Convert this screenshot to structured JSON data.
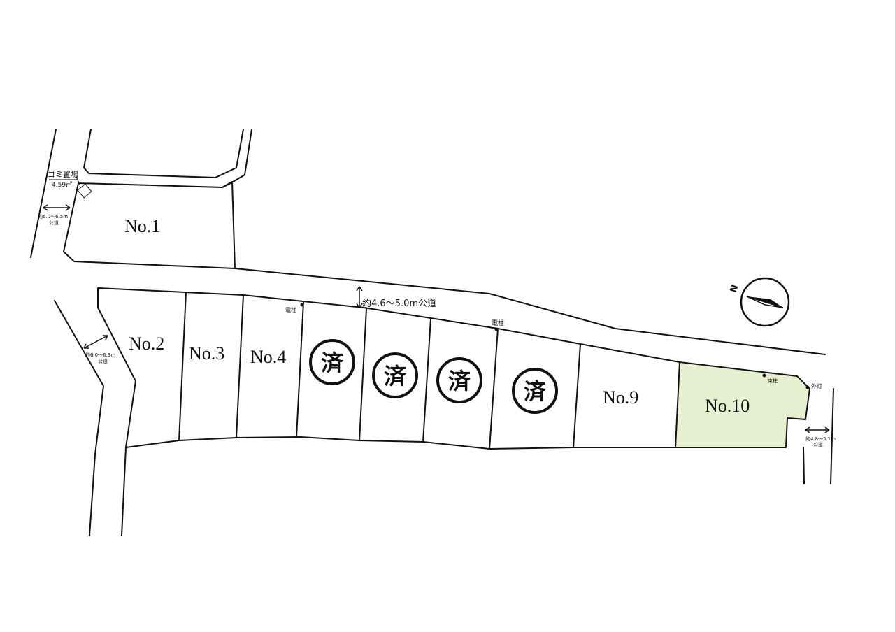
{
  "colors": {
    "line": "#111111",
    "highlight_lot": "#e7f1d2",
    "background": "#ffffff"
  },
  "lots": [
    {
      "id": "no1",
      "label": "No.1",
      "status": "available"
    },
    {
      "id": "no2",
      "label": "No.2",
      "status": "available"
    },
    {
      "id": "no3",
      "label": "No.3",
      "status": "available"
    },
    {
      "id": "no4",
      "label": "No.4",
      "status": "available"
    },
    {
      "id": "no5",
      "label": "済",
      "status": "sold"
    },
    {
      "id": "no6",
      "label": "済",
      "status": "sold"
    },
    {
      "id": "no7",
      "label": "済",
      "status": "sold"
    },
    {
      "id": "no8",
      "label": "済",
      "status": "sold"
    },
    {
      "id": "no9",
      "label": "No.9",
      "status": "available"
    },
    {
      "id": "no10",
      "label": "No.10",
      "status": "highlighted"
    }
  ],
  "annotations": {
    "garbage_area": "ゴミ置場",
    "garbage_area_size": "4.59㎡",
    "west_road_top_width": "約6.0～6.5m",
    "west_road_top_type": "公道",
    "west_road_bottom_width": "約6.0～6.3m",
    "west_road_bottom_type": "公道",
    "main_road": "約4.6～5.0m公道",
    "utility_pole_1": "電柱",
    "utility_pole_2": "電柱",
    "bundle_pole": "束柱",
    "street_light": "外灯",
    "east_road_width": "約4.8～5.1m",
    "east_road_type": "公道",
    "north_mark": "N"
  }
}
